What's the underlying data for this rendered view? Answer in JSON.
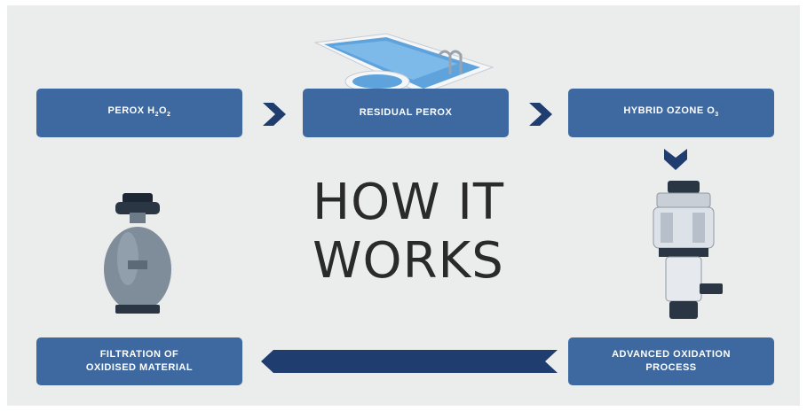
{
  "title": {
    "line1": "HOW IT",
    "line2": "WORKS"
  },
  "steps": [
    {
      "label": "PEROX H",
      "sub1": "2",
      "mid": "O",
      "sub2": "2"
    },
    {
      "label": "RESIDUAL PEROX"
    },
    {
      "label": "HYBRID OZONE O",
      "sub1": "3"
    },
    {
      "line1": "ADVANCED OXIDATION",
      "line2": "PROCESS"
    },
    {
      "line1": "FILTRATION OF",
      "line2": "OXIDISED MATERIAL"
    }
  ],
  "colors": {
    "box": "#3d69a0",
    "arrow": "#1f3d6e",
    "background": "#ebecec"
  },
  "icons": [
    "pool-icon",
    "ozone-unit-icon",
    "sand-filter-icon"
  ]
}
